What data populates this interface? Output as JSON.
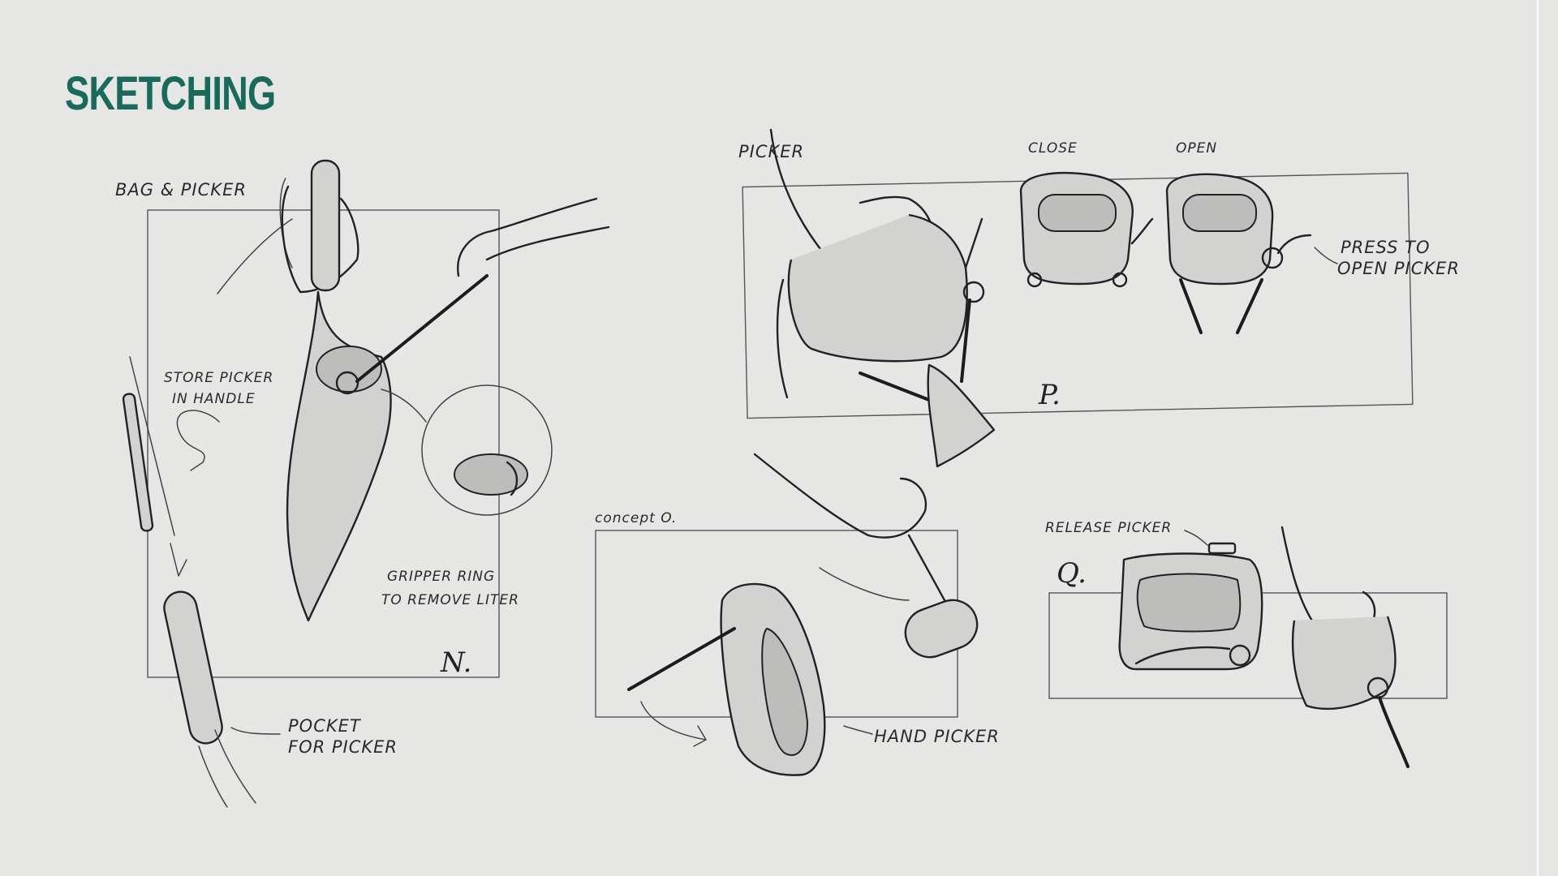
{
  "title": "SKETCHING",
  "colors": {
    "title": "#186b5b",
    "background": "#e6e6e4",
    "ink": "#222222"
  },
  "labels": {
    "bag_picker": "BAG & PICKER",
    "store_picker_1": "STORE PICKER",
    "store_picker_2": "IN HANDLE",
    "gripper_1": "GRIPPER RING",
    "gripper_2": "TO REMOVE LITER",
    "pocket_1": "POCKET",
    "pocket_2": "FOR PICKER",
    "picker": "PICKER",
    "close": "CLOSE",
    "open": "OPEN",
    "press_1": "PRESS TO",
    "press_2": "OPEN PICKER",
    "concept_o": "concept O.",
    "hand_picker": "HAND PICKER",
    "release_picker": "RELEASE PICKER"
  },
  "letters": {
    "n": "N.",
    "p": "P.",
    "q": "Q."
  }
}
